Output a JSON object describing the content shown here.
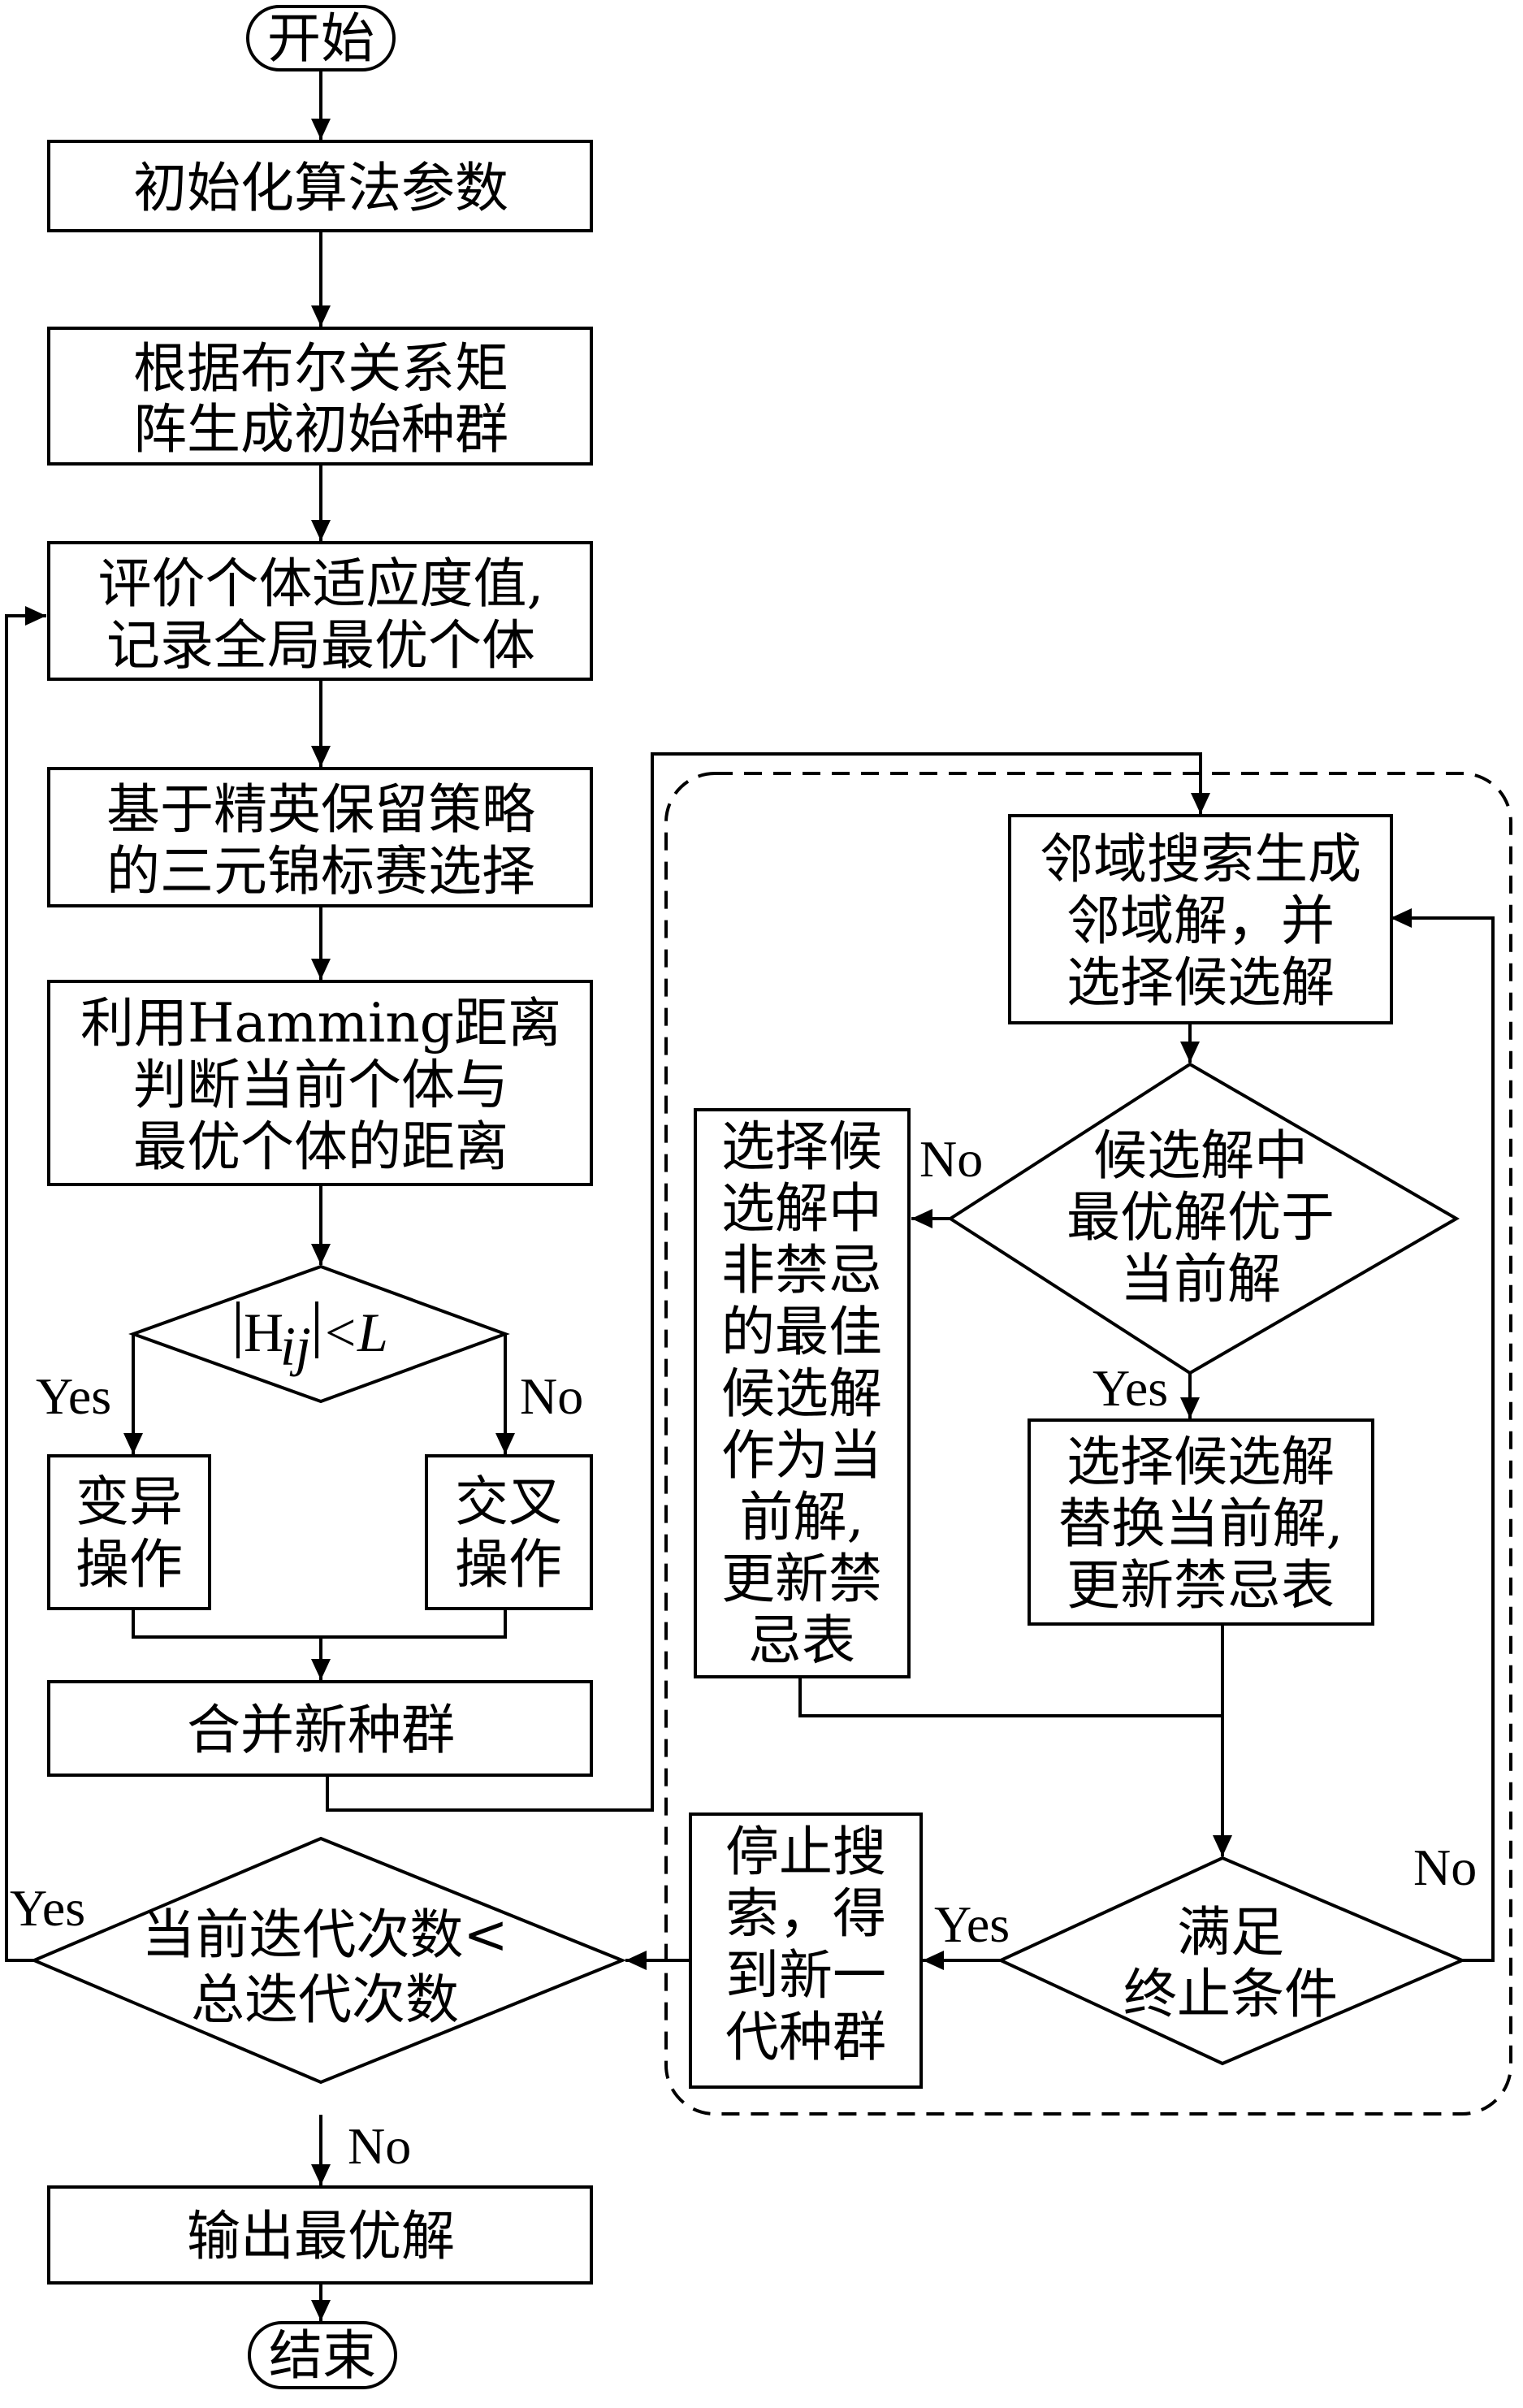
{
  "nodes": {
    "start": "开始",
    "init": "初始化算法参数",
    "gen_l1": "根据布尔关系矩",
    "gen_l2": "阵生成初始种群",
    "eval_l1": "评价个体适应度值,",
    "eval_l2": "记录全局最优个体",
    "sel_l1": "基于精英保留策略",
    "sel_l2": "的三元锦标赛选择",
    "ham_l1": "利用Hamming距离",
    "ham_l2": "判断当前个体与",
    "ham_l3": "最优个体的距离",
    "cond_h": "H",
    "cond_sub": "ij",
    "cond_lt": "<",
    "cond_L": "L",
    "mut_l1": "变异",
    "mut_l2": "操作",
    "cross_l1": "交叉",
    "cross_l2": "操作",
    "merge": "合并新种群",
    "iter_l1": "当前迭代次数<",
    "iter_l2": "总迭代次数",
    "output": "输出最优解",
    "end": "结束",
    "nbr_l1": "邻域搜索生成",
    "nbr_l2": "邻域解，并",
    "nbr_l3": "选择候选解",
    "cand_l1": "候选解中",
    "cand_l2": "最优解优于",
    "cand_l3": "当前解",
    "left_l1": "选择候",
    "left_l2": "选解中",
    "left_l3": "非禁忌",
    "left_l4": "的最佳",
    "left_l5": "候选解",
    "left_l6": "作为当",
    "left_l7": "前解,",
    "left_l8": "更新禁",
    "left_l9": "忌表",
    "repl_l1": "选择候选解",
    "repl_l2": "替换当前解,",
    "repl_l3": "更新禁忌表",
    "stop_l1": "停止搜",
    "stop_l2": "索，得",
    "stop_l3": "到新一",
    "stop_l4": "代种群",
    "term_l1": "满足",
    "term_l2": "终止条件"
  },
  "labels": {
    "yes_h": "Yes",
    "no_h": "No",
    "yes_iter": "Yes",
    "no_iter": "No",
    "no_cand": "No",
    "yes_cand": "Yes",
    "yes_term": "Yes",
    "no_term": "No"
  }
}
